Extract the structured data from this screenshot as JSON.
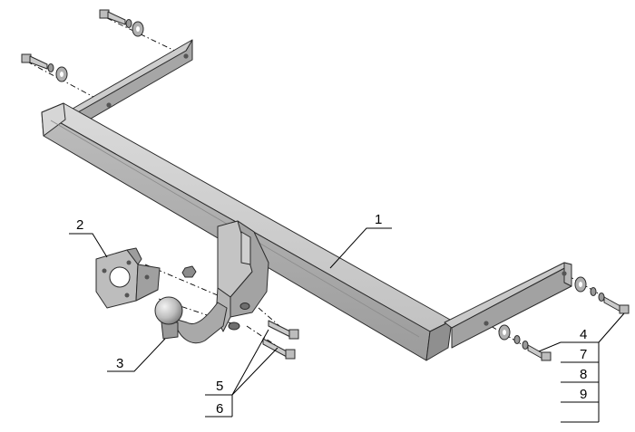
{
  "callouts": {
    "c1": "1",
    "c2": "2",
    "c3": "3",
    "c4": "4",
    "c5": "5",
    "c6": "6",
    "c7": "7",
    "c8": "8",
    "c9": "9"
  },
  "colors": {
    "metal_top": "#cfcfcf",
    "metal_front": "#b3b3b3",
    "metal_side": "#9a9a9a",
    "outline": "#2b2b2b",
    "background": "#ffffff"
  }
}
